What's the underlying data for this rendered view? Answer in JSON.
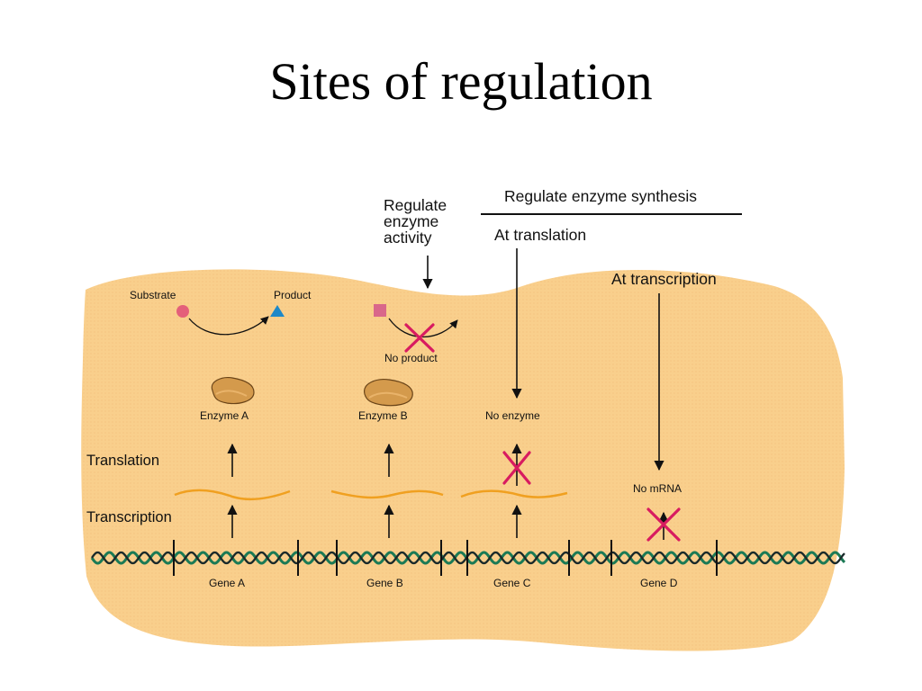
{
  "title": "Sites of regulation",
  "header": {
    "regulate_enzyme_activity": [
      "Regulate",
      "enzyme",
      "activity"
    ],
    "regulate_enzyme_synthesis": "Regulate enzyme synthesis",
    "at_translation": "At translation",
    "at_transcription": "At transcription"
  },
  "metabolism": {
    "substrate": "Substrate",
    "product": "Product",
    "no_product": "No product"
  },
  "process_labels": {
    "translation": "Translation",
    "transcription": "Transcription"
  },
  "columns": {
    "a": {
      "enzyme": "Enzyme A",
      "gene": "Gene A"
    },
    "b": {
      "enzyme": "Enzyme B",
      "gene": "Gene B"
    },
    "c": {
      "enzyme": "No enzyme",
      "gene": "Gene C"
    },
    "d": {
      "mrna": "No mRNA",
      "gene": "Gene D"
    }
  },
  "colors": {
    "background_blob": "#f9cf8c",
    "substrate_marker": "#e4607a",
    "product_marker": "#1e88c8",
    "inhibition_x": "#d81b60",
    "mrna_strand": "#f0a020",
    "enzyme_body": "#d49a4c",
    "dna_strand_green": "#1b7a55",
    "dna_strand_dark": "#1a2a2a"
  }
}
